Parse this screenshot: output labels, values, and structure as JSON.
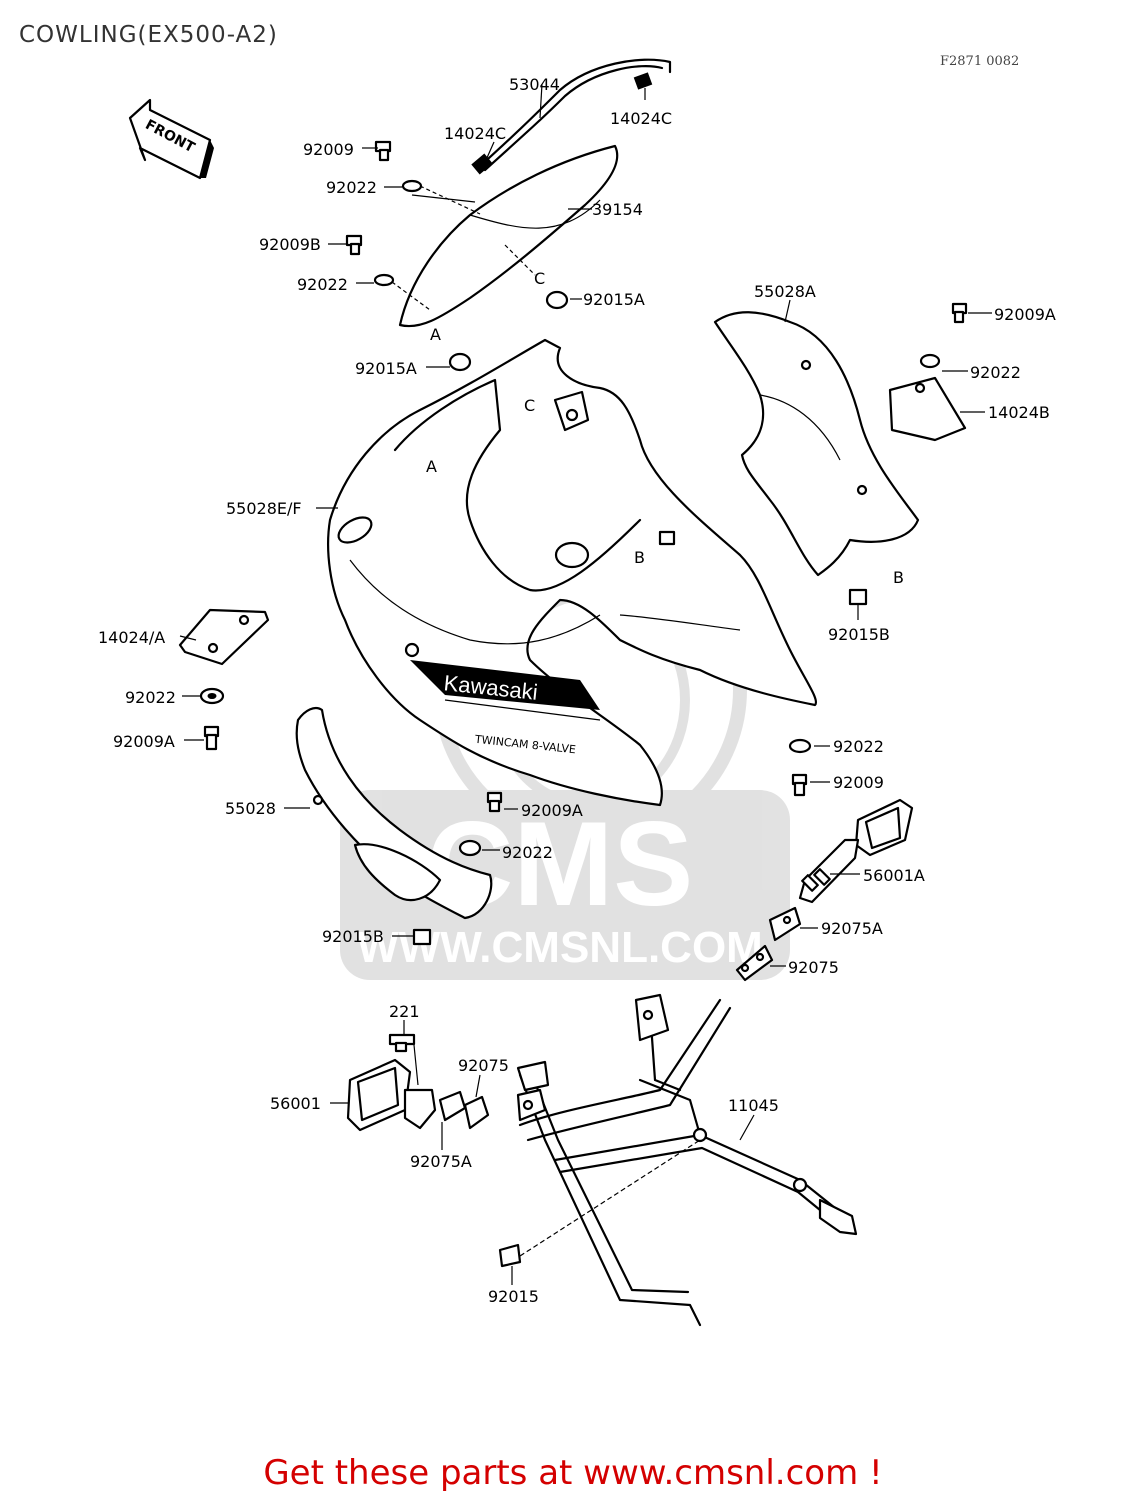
{
  "title": "COWLING(EX500-A2)",
  "ref_code": "F2871 0082",
  "footer": "Get these parts at www.cmsnl.com !",
  "watermark": {
    "logo": "CMS",
    "url": "WWW.CMSNL.COM"
  },
  "decal": {
    "brand": "Kawasaki",
    "sub": "TWINCAM 8-VALVE"
  },
  "front_arrow": "FRONT",
  "parts": {
    "p53044": "53044",
    "p14024C_l": "14024C",
    "p14024C_r": "14024C",
    "p92009_top": "92009",
    "p92022_top1": "92022",
    "p39154": "39154",
    "p92009B": "92009B",
    "p92022_top2": "92022",
    "p92015A_c": "92015A",
    "p92015A_a": "92015A",
    "p55028A": "55028A",
    "p92009A_r": "92009A",
    "p92022_r": "92022",
    "p14024B": "14024B",
    "p55028EF": "55028E/F",
    "p92015B_r": "92015B",
    "p14024A": "14024/A",
    "p92022_l": "92022",
    "p92009A_l": "92009A",
    "p92022_mr": "92022",
    "p92009_mr": "92009",
    "p55028": "55028",
    "p92009A_m": "92009A",
    "p92022_m": "92022",
    "p56001A": "56001A",
    "p92015B_l": "92015B",
    "p92075A_r": "92075A",
    "p92075_r": "92075",
    "p221": "221",
    "p92075_l": "92075",
    "p56001": "56001",
    "p11045": "11045",
    "p92075A_l": "92075A",
    "p92015": "92015"
  },
  "markers": {
    "A": "A",
    "B": "B",
    "C": "C"
  }
}
